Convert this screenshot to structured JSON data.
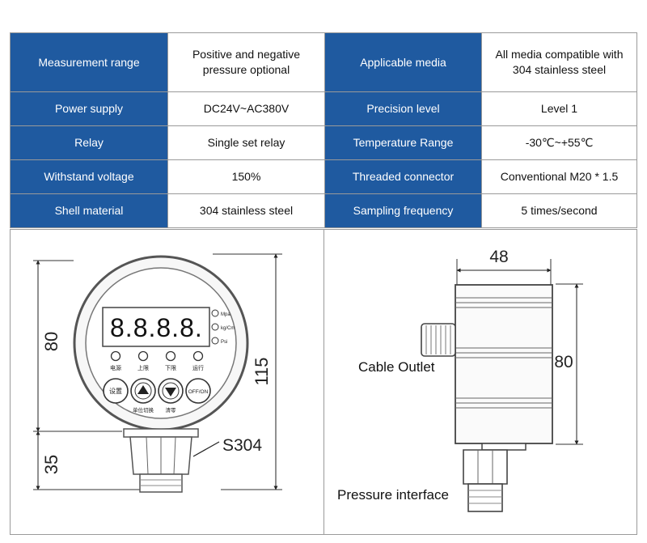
{
  "specs": {
    "rows": [
      [
        {
          "label": "Measurement range",
          "value": "Positive and negative\npressure optional"
        },
        {
          "label": "Applicable media",
          "value": "All media compatible with\n304 stainless steel"
        }
      ],
      [
        {
          "label": "Power supply",
          "value": "DC24V~AC380V"
        },
        {
          "label": "Precision level",
          "value": "Level 1"
        }
      ],
      [
        {
          "label": "Relay",
          "value": "Single set relay"
        },
        {
          "label": "Temperature Range",
          "value": "-30℃~+55℃"
        }
      ],
      [
        {
          "label": "Withstand voltage",
          "value": "150%"
        },
        {
          "label": "Threaded connector",
          "value": "Conventional M20 * 1.5"
        }
      ],
      [
        {
          "label": "Shell material",
          "value": "304 stainless steel"
        },
        {
          "label": "Sampling frequency",
          "value": "5 times/second"
        }
      ]
    ],
    "colors": {
      "header_bg": "#1f5aa0",
      "header_text": "#ffffff",
      "border": "#9a9a9a"
    }
  },
  "front_view": {
    "display": "8.8.8.8.",
    "units": [
      "Mpa",
      "kg/Cm",
      "Psi"
    ],
    "indicators": [
      "电源",
      "上限",
      "下限",
      "运行"
    ],
    "buttons": [
      "设置",
      "OFF/ON"
    ],
    "button_icons": [
      "up-arrow-icon",
      "down-arrow-icon"
    ],
    "button_captions": [
      "单位切换",
      "清零"
    ],
    "dim_body": "80",
    "dim_fitting": "35",
    "dim_total": "115",
    "material_label": "S304"
  },
  "side_view": {
    "dim_width": "48",
    "dim_height": "80",
    "cable_label": "Cable Outlet",
    "pressure_label": "Pressure interface"
  }
}
